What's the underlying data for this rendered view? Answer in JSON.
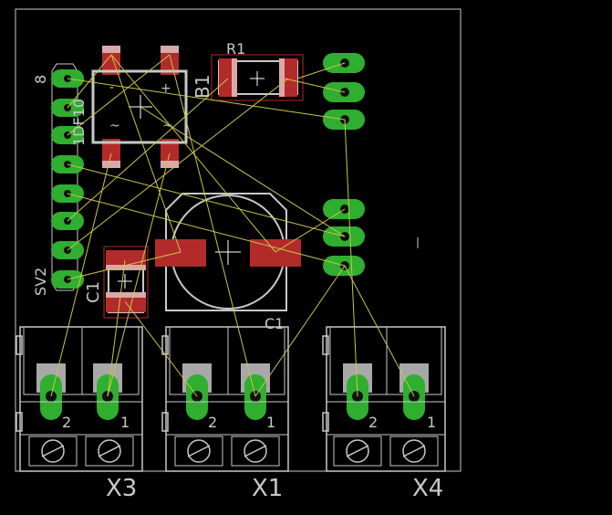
{
  "colors": {
    "background": "#000000",
    "outline": "#c8c8c8",
    "pad": "#2fae2f",
    "pad_drill": "#111111",
    "smd": "#b32a2a",
    "smd_light": "#d9a9a9",
    "airwire": "#c6c64a",
    "silk": "#c8c8c8",
    "terminal_fill": "#a8a8a8"
  },
  "labels": {
    "r1": "R1",
    "b1": "B1",
    "c1_top": "C1",
    "c1_bottom": "C1",
    "sv2": "SV2",
    "pin8": "8",
    "pin_top_rotated": "1DF10",
    "x3": "X3",
    "x1": "X1",
    "x4": "X4",
    "pin2": "2",
    "pin1": "1",
    "bridge_minus": "-",
    "bridge_plus": "+",
    "bridge_ac": "~"
  }
}
